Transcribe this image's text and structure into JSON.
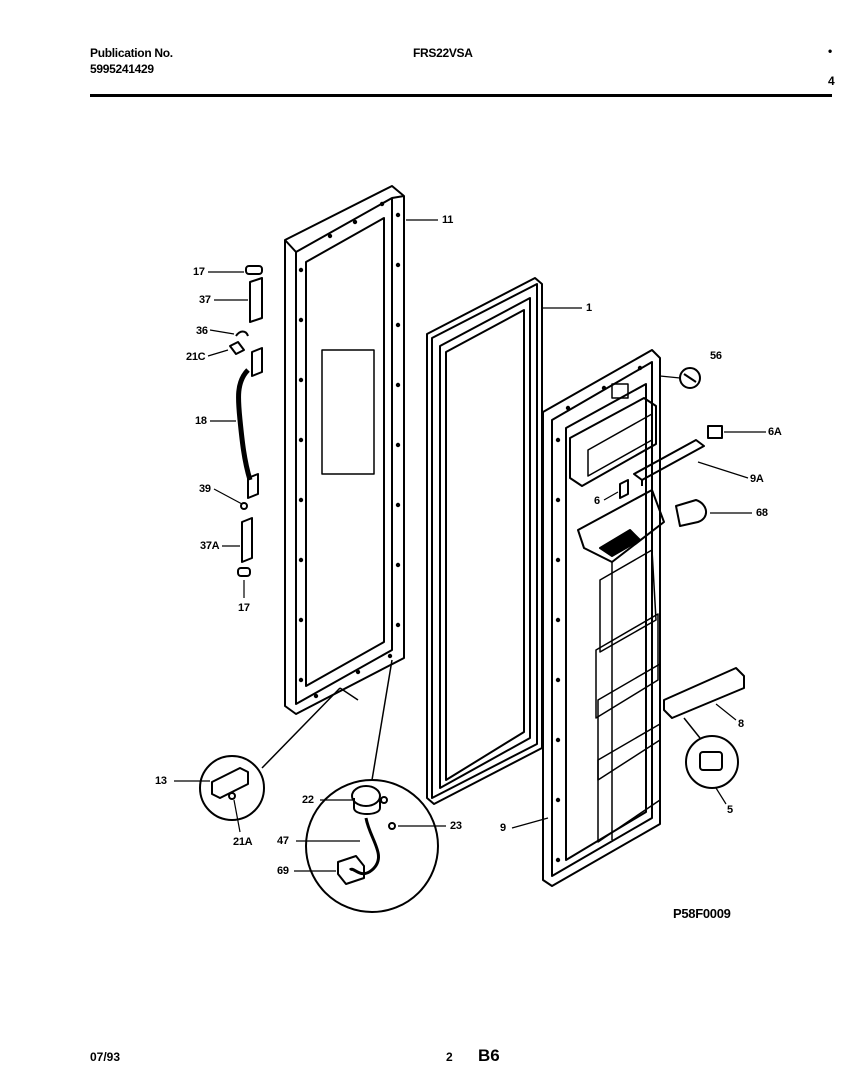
{
  "header": {
    "publication_label": "Publication No.",
    "publication_number": "5995241429",
    "model": "FRS22VSA",
    "corner_marks": [
      "•",
      "4"
    ]
  },
  "callouts": {
    "c17_top": "17",
    "c37": "37",
    "c36": "36",
    "c21C": "21C",
    "c18": "18",
    "c39": "39",
    "c37A": "37A",
    "c17_bottom": "17",
    "c11": "11",
    "c1": "1",
    "c56": "56",
    "c6A": "6A",
    "c9A": "9A",
    "c6": "6",
    "c68": "68",
    "c8": "8",
    "c5": "5",
    "c13": "13",
    "c21A": "21A",
    "c22": "22",
    "c23": "23",
    "c47": "47",
    "c69": "69",
    "c9": "9"
  },
  "diagram_code": "P58F0009",
  "footer": {
    "date": "07/93",
    "page": "2",
    "section": "B6"
  }
}
